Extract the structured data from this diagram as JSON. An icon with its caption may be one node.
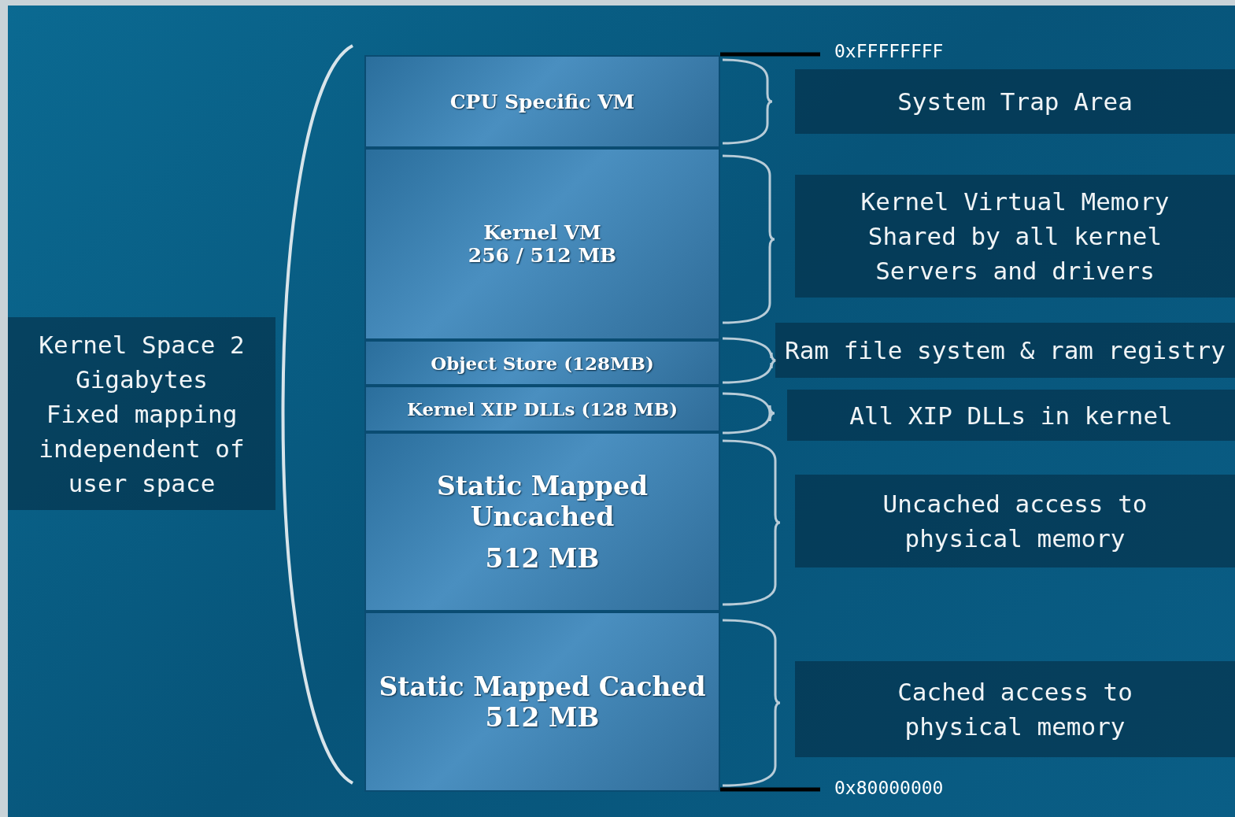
{
  "diagram": {
    "nodes": [
      {
        "text": [
          "Kernel Space 2 Gigabytes Fixed mapping independent of user space"
        ]
      },
      {
        "text": [
          "CPU Specific VM"
        ]
      },
      {
        "text": [
          "Kernel VM",
          "256 / 512 MB"
        ]
      },
      {
        "text": [
          "Object Store (128MB)"
        ]
      },
      {
        "text": [
          "Kernel XIP DLLs (128 MB)"
        ]
      },
      {
        "text": [
          "Static Mapped Uncached",
          "512 MB"
        ]
      },
      {
        "text": [
          "Static Mapped Cached",
          "512 MB"
        ]
      },
      {
        "text": [
          "System Trap Area"
        ]
      },
      {
        "text": [
          "Kernel Virtual Memory Shared by all kernel Servers and drivers"
        ]
      },
      {
        "text": [
          "Ram file system & ram registry"
        ]
      },
      {
        "text": [
          "All XIP DLLs in kernel"
        ]
      },
      {
        "text": [
          "Uncached access to physical memory"
        ]
      },
      {
        "text": [
          "Cached access to physical memory"
        ]
      }
    ],
    "labels": [
      "0xFFFFFFFF",
      "0x80000000"
    ]
  }
}
